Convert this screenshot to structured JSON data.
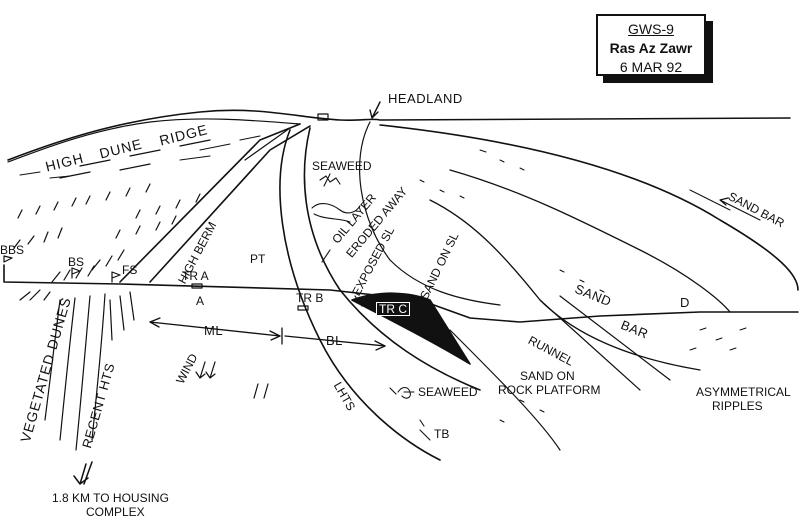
{
  "title_box": {
    "station": "GWS-9",
    "location": "Ras Az Zawr",
    "date": "6 MAR 92"
  },
  "labels": {
    "headland": "HEADLAND",
    "high_dune_ridge_1": "HIGH",
    "high_dune_ridge_2": "DUNE",
    "high_dune_ridge_3": "RIDGE",
    "seaweed_top": "SEAWEED",
    "oil_layer_1": "OIL LAYER",
    "oil_layer_2": "ERODED AWAY",
    "sand_bar_right": "SAND BAR",
    "high_berm": "HIGH BERM",
    "bbs": "BBS",
    "bs": "BS",
    "fs": "FS",
    "tr_a": "TR A",
    "a": "A",
    "pt": "PT",
    "tr_b": "TR B",
    "exposed_sl": "EXPOSED SL",
    "sand_on_sl": "SAND ON SL",
    "tr_c": "TR C",
    "sand": "SAND",
    "d": "D",
    "bar": "BAR",
    "ml": "ML",
    "bl": "BL",
    "runnel": "RUNNEL",
    "vegetated_dunes": "VEGETATED DUNES",
    "recent_hts": "RECENT HTS",
    "wind": "WIND",
    "lhts": "LHTS",
    "seaweed_bottom": "SEAWEED",
    "sand_on_rock_1": "SAND ON",
    "sand_on_rock_2": "ROCK PLATFORM",
    "asym_1": "ASYMMETRICAL",
    "asym_2": "RIPPLES",
    "tb": "TB",
    "housing_1": "1.8 KM TO  HOUSING",
    "housing_2": "COMPLEX"
  }
}
